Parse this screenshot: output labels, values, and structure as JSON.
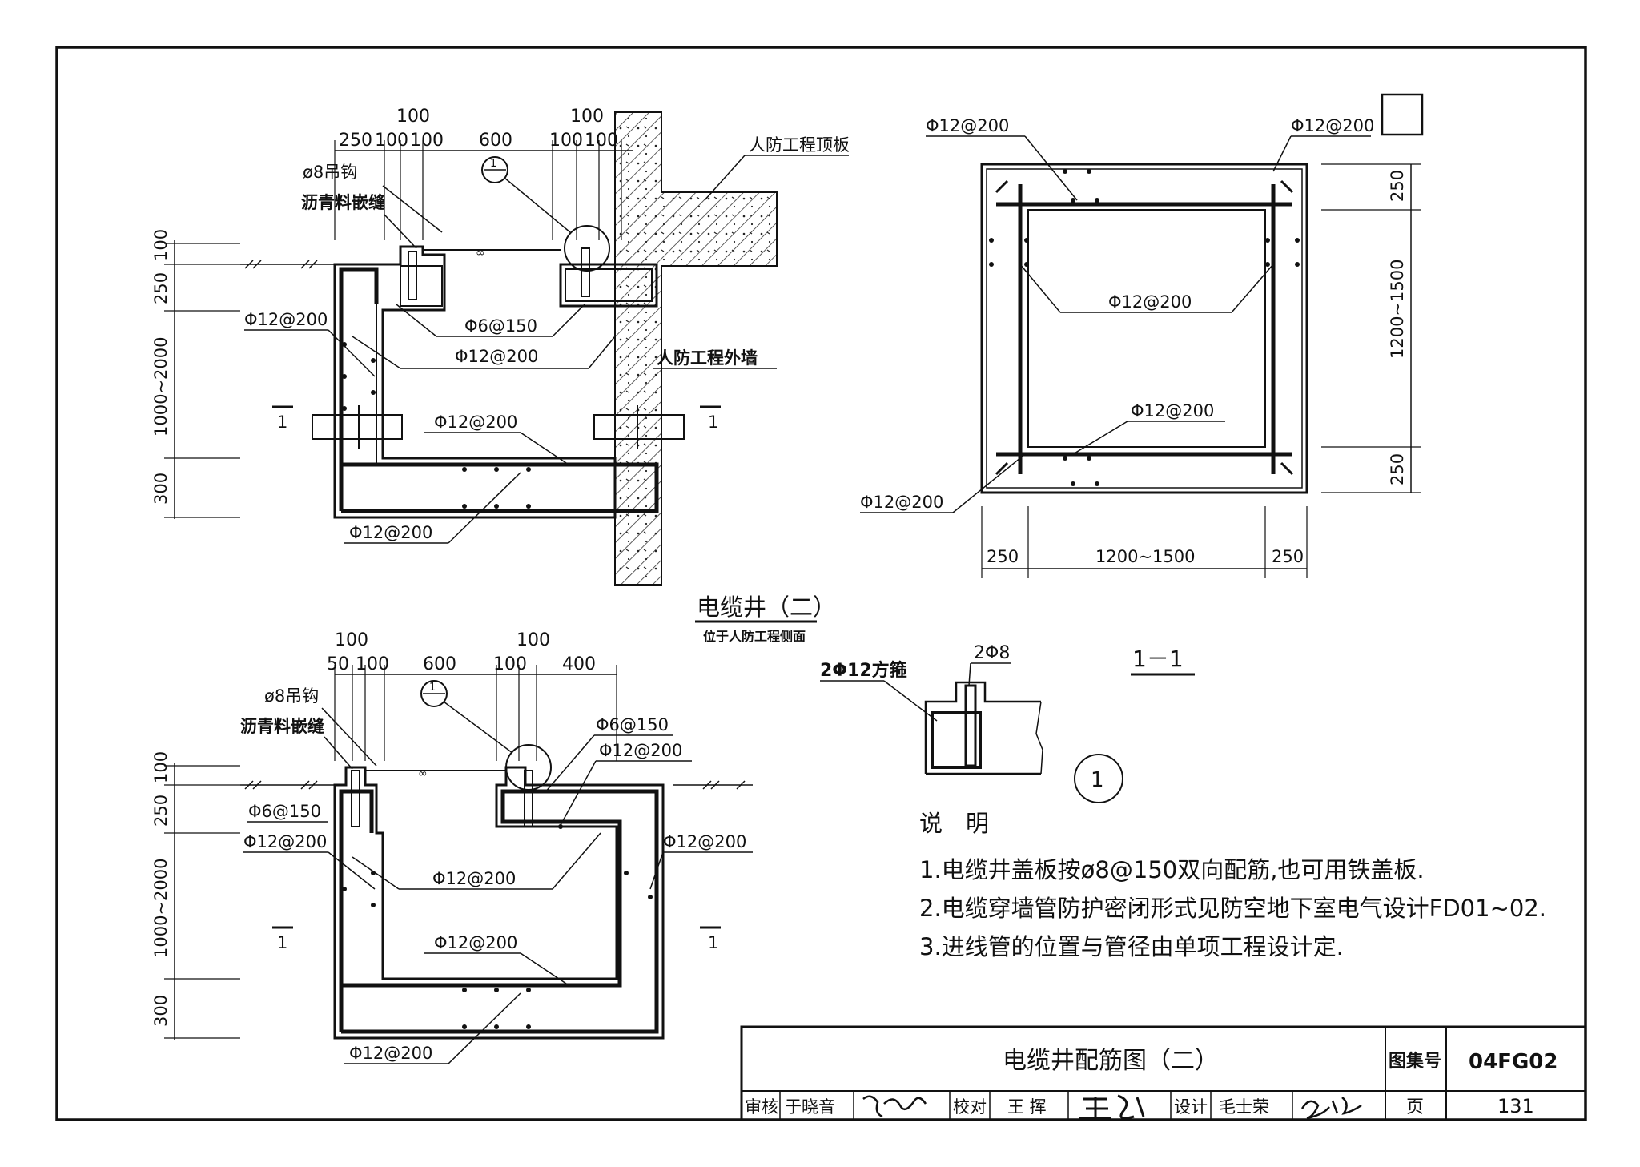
{
  "drawing": {
    "title": "电缆井配筋图（二）",
    "atlas_no_label": "图集号",
    "atlas_no": "04FG02",
    "page_label": "页",
    "page_no": "131",
    "review_label": "审核",
    "reviewer": "于晓音",
    "check_label": "校对",
    "checker": "王 挥",
    "design_label": "设计",
    "designer": "毛士荣"
  },
  "top_left": {
    "dims_top": [
      "100",
      "250",
      "100",
      "100",
      "600",
      "100",
      "100",
      "100"
    ],
    "dims_left": [
      "100",
      "250",
      "1000~2000",
      "300"
    ],
    "hook": "ø8吊钩",
    "joint": "沥青料嵌缝",
    "roof_slab": "人防工程顶板",
    "outer_wall": "人防工程外墙",
    "bar_a": "Φ12@200",
    "bar_b": "Φ6@150",
    "bar_c": "Φ12@200",
    "bar_d": "Φ12@200",
    "bar_e": "Φ12@200",
    "detail_ref": "1",
    "section_mark": "1",
    "caption": "电缆井（二）",
    "subcaption": "位于人防工程侧面"
  },
  "top_right": {
    "bar_tl": "Φ12@200",
    "bar_tr": "Φ12@200",
    "bar_mid1": "Φ12@200",
    "bar_mid2": "Φ12@200",
    "bar_bl": "Φ12@200",
    "dims_right": [
      "250",
      "1200~1500",
      "250"
    ],
    "dims_bottom": [
      "250",
      "1200~1500",
      "250"
    ]
  },
  "bottom_left": {
    "dims_top": [
      "100",
      "50",
      "100",
      "600",
      "100",
      "100",
      "400"
    ],
    "dims_left": [
      "100",
      "250",
      "1000~2000",
      "300"
    ],
    "hook": "ø8吊钩",
    "joint": "沥青料嵌缝",
    "bar_b1": "Φ6@150",
    "bar_b2": "Φ12@200",
    "bar_l1": "Φ6@150",
    "bar_l2": "Φ12@200",
    "bar_r": "Φ12@200",
    "bar_m1": "Φ12@200",
    "bar_m2": "Φ12@200",
    "bar_bot": "Φ12@200",
    "detail_ref": "1",
    "section_mark": "1"
  },
  "section": {
    "title": "1－1",
    "stirrup": "2Φ12方箍",
    "bars": "2Φ8",
    "detail_no": "1"
  },
  "notes": {
    "heading": "说　明",
    "items": [
      "1.电缆井盖板按ø8@150双向配筋,也可用铁盖板.",
      "2.电缆穿墙管防护密闭形式见防空地下室电气设计FD01~02.",
      "3.进线管的位置与管径由单项工程设计定."
    ]
  }
}
